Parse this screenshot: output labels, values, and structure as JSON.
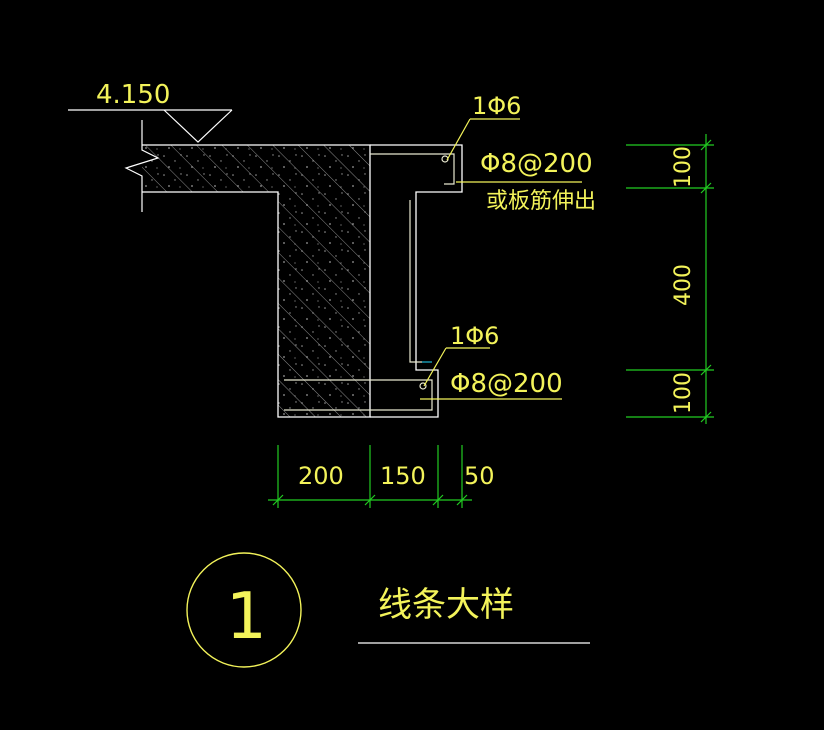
{
  "drawing": {
    "elevation_label": "4.150",
    "top_stirrup_label": "1Φ6",
    "top_bar_label": "Φ8@200",
    "top_bar_note": "或板筋伸出",
    "bottom_stirrup_label": "1Φ6",
    "bottom_bar_label": "Φ8@200",
    "detail_number": "1",
    "detail_title": "线条大样"
  },
  "dimensions": {
    "horizontal": [
      "200",
      "150",
      "50"
    ],
    "vertical": [
      "100",
      "400",
      "100"
    ]
  },
  "colors": {
    "background": "#000000",
    "outline": "#ffffff",
    "text": "#f3f35a",
    "dimension_lines": "#22cc22",
    "rebar": "#e8e8d0",
    "accent": "#1fb8d6"
  }
}
